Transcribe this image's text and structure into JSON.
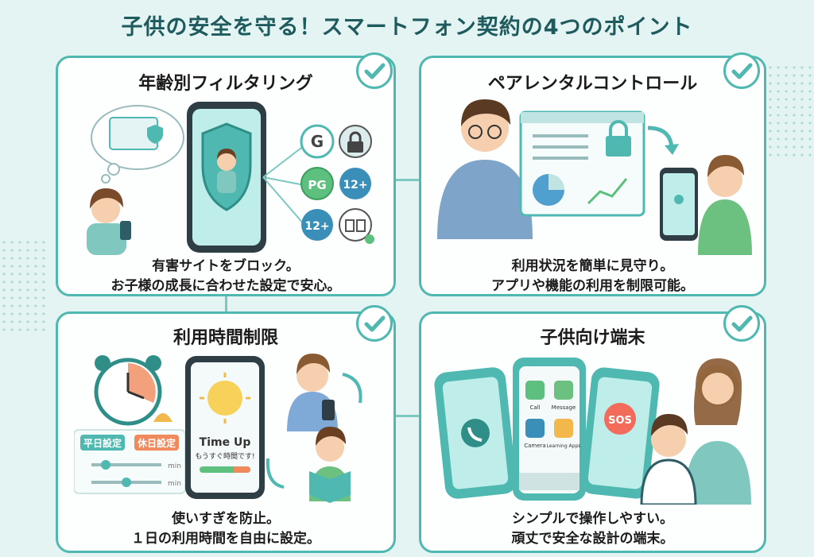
{
  "title": "子供の安全を守る！スマートフォン契約の4つのポイント",
  "cards": [
    {
      "title": "年齢別フィルタリング",
      "line1": "有害サイトをブロック。",
      "line2": "お子様の成長に合わせた設定で安心。",
      "badges": [
        "G",
        "PG",
        "12+",
        "12+"
      ]
    },
    {
      "title": "ペアレンタルコントロール",
      "line1": "利用状況を簡単に見守り。",
      "line2": "アプリや機能の利用を制限可能。"
    },
    {
      "title": "利用時間制限",
      "line1": "使いすぎを防止。",
      "line2": "１日の利用時間を自由に設定。",
      "weekday_label": "平日設定",
      "holiday_label": "休日設定",
      "unit": "min",
      "phone_title": "Time Up",
      "phone_sub": "もうすぐ時間です!"
    },
    {
      "title": "子供向け端末",
      "line1": "シンプルで操作しやすい。",
      "line2": "頑丈で安全な設計の端末。",
      "apps": [
        "Call",
        "Message",
        "Camera",
        "Learning Apps"
      ],
      "sos": "SOS"
    }
  ],
  "colors": {
    "accent": "#4fb8b0",
    "title": "#1e5a5e",
    "background": "#e3f4f2"
  },
  "icons": [
    "check-icon",
    "shield-icon",
    "lock-icon",
    "clock-icon",
    "sun-icon",
    "phone-icon",
    "book-icon",
    "chart-icon"
  ]
}
